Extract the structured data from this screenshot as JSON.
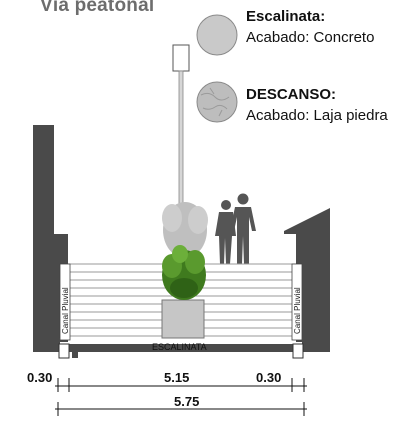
{
  "title": "Vía peatonal",
  "legend": [
    {
      "title": "Escalinata:",
      "value": "Acabado: Concreto",
      "swatch": "concrete"
    },
    {
      "title": "DESCANSO:",
      "value": "Acabado: Laja piedra",
      "swatch": "stone"
    }
  ],
  "labels": {
    "stair": "ESCALINATA",
    "channel_left": "Canal Pluvial",
    "channel_right": "Canal Pluvial"
  },
  "dimensions": {
    "left": "0.30",
    "middle": "5.15",
    "right": "0.30",
    "total": "5.75"
  },
  "colors": {
    "wall": "#4a4a4a",
    "steps": "#ffffff",
    "step_lines": "#9a9a9a",
    "planter": "#c8c8c8",
    "plant": "#3f7a1e",
    "silhouette": "#555555"
  }
}
